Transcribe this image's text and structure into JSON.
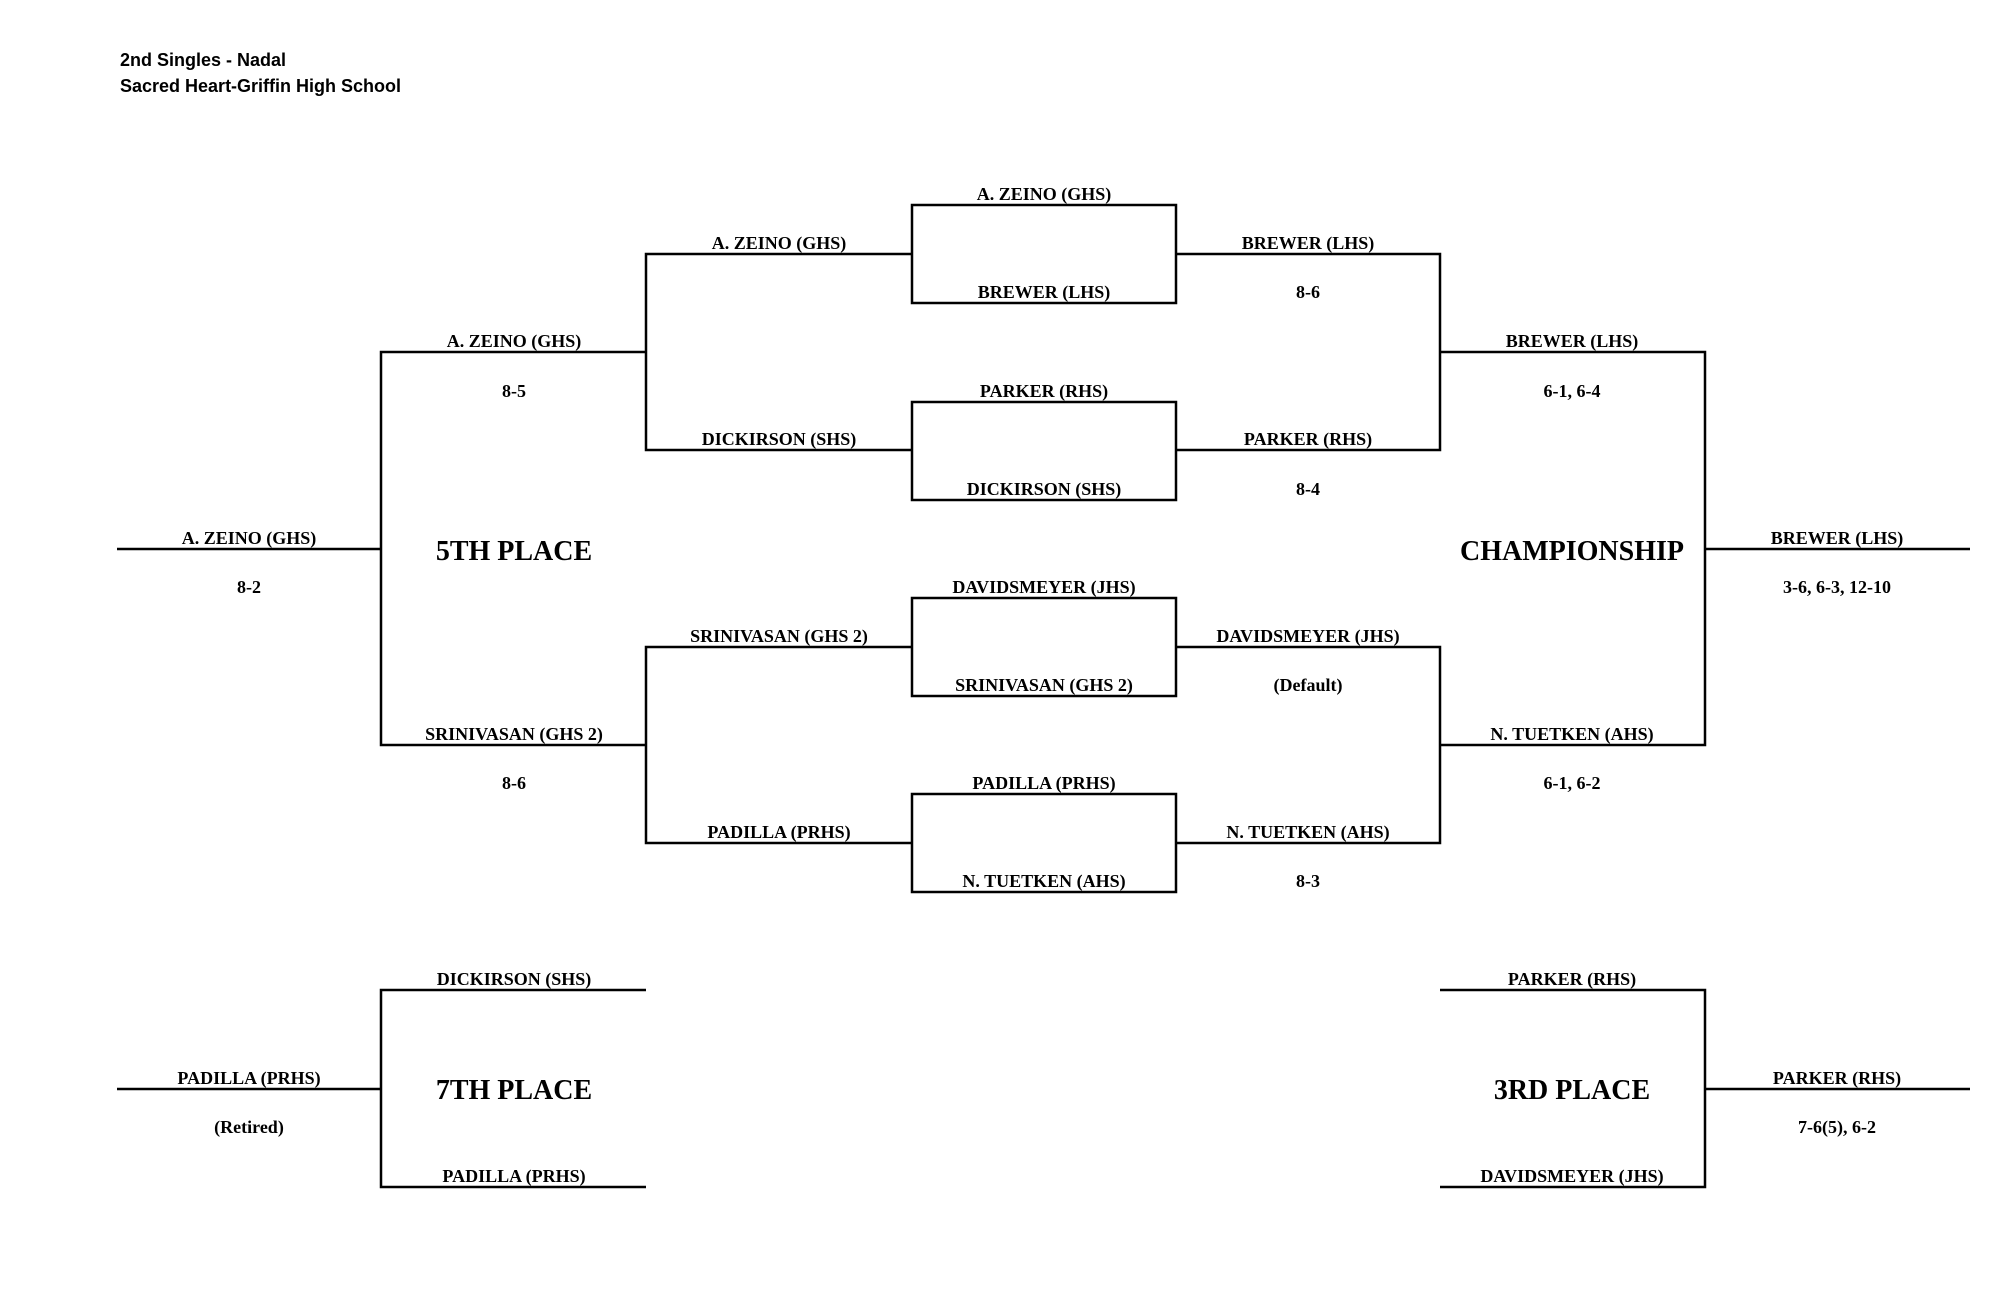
{
  "header": {
    "line1": "2nd Singles - Nadal",
    "line2": "Sacred Heart-Griffin High School"
  },
  "titles": {
    "fifth": "5TH PLACE",
    "championship": "CHAMPIONSHIP",
    "seventh": "7TH PLACE",
    "third": "3RD PLACE"
  },
  "first_round": {
    "m1": {
      "top": "A. ZEINO (GHS)",
      "bottom": "BREWER (LHS)"
    },
    "m2": {
      "top": "PARKER (RHS)",
      "bottom": "DICKIRSON (SHS)"
    },
    "m3": {
      "top": "DAVIDSMEYER (JHS)",
      "bottom": "SRINIVASAN (GHS 2)"
    },
    "m4": {
      "top": "PADILLA (PRHS)",
      "bottom": "N. TUETKEN (AHS)"
    }
  },
  "consolation_r1": {
    "a": "A. ZEINO (GHS)",
    "b": "DICKIRSON (SHS)",
    "c": "SRINIVASAN (GHS 2)",
    "d": "PADILLA (PRHS)"
  },
  "quarter_winners": {
    "m1": {
      "name": "BREWER (LHS)",
      "score": "8-6"
    },
    "m2": {
      "name": "PARKER (RHS)",
      "score": "8-4"
    },
    "m3": {
      "name": "DAVIDSMEYER (JHS)",
      "score": "(Default)"
    },
    "m4": {
      "name": "N. TUETKEN (AHS)",
      "score": "8-3"
    }
  },
  "consolation_winners": {
    "top": {
      "name": "A. ZEINO (GHS)",
      "score": "8-5"
    },
    "bottom": {
      "name": "SRINIVASAN (GHS 2)",
      "score": "8-6"
    }
  },
  "semi_winners": {
    "top": {
      "name": "BREWER (LHS)",
      "score": "6-1, 6-4"
    },
    "bottom": {
      "name": "N. TUETKEN (AHS)",
      "score": "6-1, 6-2"
    }
  },
  "fifth_place_winner": {
    "name": "A. ZEINO (GHS)",
    "score": "8-2"
  },
  "champion": {
    "name": "BREWER (LHS)",
    "score": "3-6, 6-3, 12-10"
  },
  "seventh_place": {
    "top": "DICKIRSON (SHS)",
    "bottom": "PADILLA (PRHS)",
    "winner": "PADILLA (PRHS)",
    "score": "(Retired)"
  },
  "third_place": {
    "top": "PARKER (RHS)",
    "bottom": "DAVIDSMEYER (JHS)",
    "winner": "PARKER (RHS)",
    "score": "7-6(5), 6-2"
  }
}
